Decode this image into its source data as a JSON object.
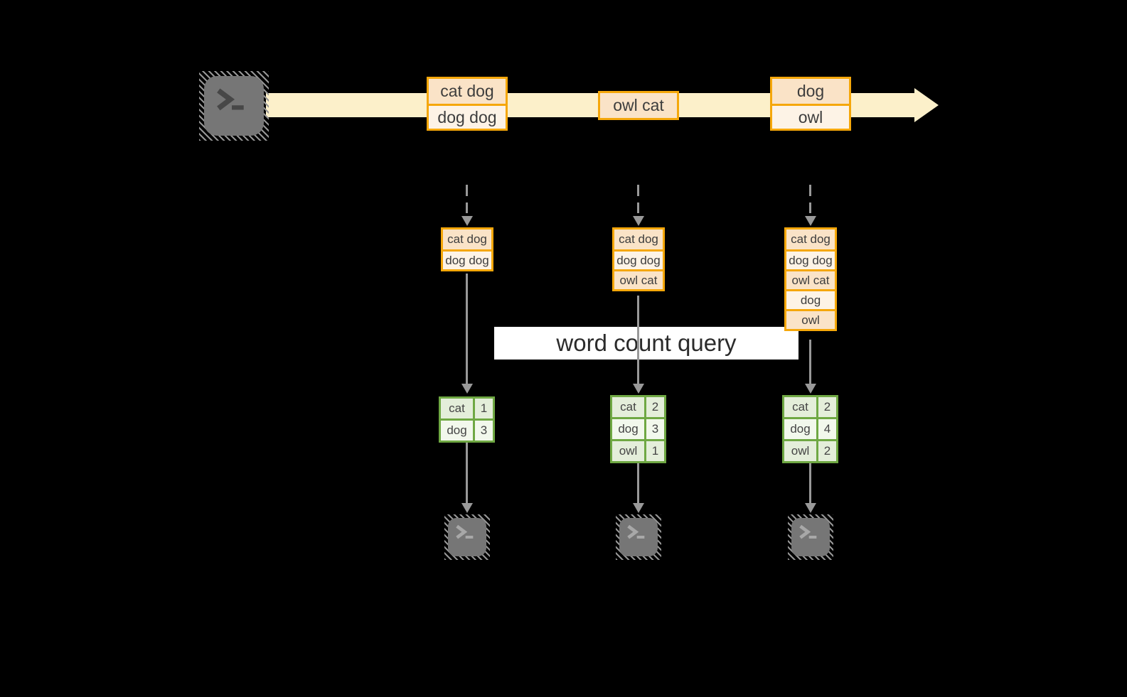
{
  "query_label": "word count query",
  "stream": {
    "batches": [
      {
        "rows": [
          "cat dog",
          "dog dog"
        ]
      },
      {
        "rows": [
          "owl cat"
        ]
      },
      {
        "rows": [
          "dog",
          "owl"
        ]
      }
    ]
  },
  "columns": [
    {
      "micro_batch": [
        "cat dog",
        "dog dog"
      ],
      "word_counts": [
        {
          "word": "cat",
          "count": "1"
        },
        {
          "word": "dog",
          "count": "3"
        }
      ]
    },
    {
      "micro_batch": [
        "cat dog",
        "dog dog",
        "owl cat"
      ],
      "word_counts": [
        {
          "word": "cat",
          "count": "2"
        },
        {
          "word": "dog",
          "count": "3"
        },
        {
          "word": "owl",
          "count": "1"
        }
      ]
    },
    {
      "micro_batch": [
        "cat dog",
        "dog dog",
        "owl cat",
        "dog",
        "owl"
      ],
      "word_counts": [
        {
          "word": "cat",
          "count": "2"
        },
        {
          "word": "dog",
          "count": "4"
        },
        {
          "word": "owl",
          "count": "2"
        }
      ]
    }
  ],
  "icons": {
    "source": "terminal-icon",
    "sinks": [
      "terminal-icon",
      "terminal-icon",
      "terminal-icon"
    ]
  },
  "colors": {
    "background": "#000000",
    "stream_band": "#fcf0ca",
    "record_border": "#f5a70a",
    "record_fill_dark": "#fae3c7",
    "record_fill_light": "#fdf3e6",
    "table_border": "#6fa843",
    "table_fill_dark": "#e4eeda",
    "table_fill_light": "#f2f8ec",
    "arrow": "#999999",
    "terminal": "#767676",
    "query_label_bg": "#ffffff",
    "text": "#3d3d3d"
  }
}
